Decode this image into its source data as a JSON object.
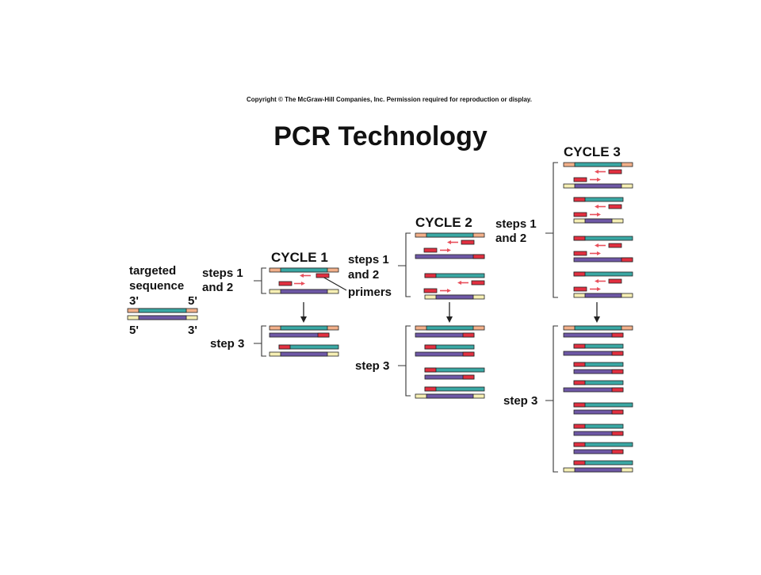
{
  "copyright": "Copyright © The McGraw-Hill Companies, Inc. Permission required for reproduction or display.",
  "title": "PCR Technology",
  "labels": {
    "targeted": "targeted",
    "sequence": "sequence",
    "top_left_end": "3'",
    "top_right_end": "5'",
    "bottom_left_end": "5'",
    "bottom_right_end": "3'",
    "cycle1": "CYCLE 1",
    "cycle2": "CYCLE 2",
    "cycle3": "CYCLE 3",
    "c1_steps_line1": "steps 1",
    "c1_steps_line2": "and 2",
    "c1_step3": "step 3",
    "c2_steps_line1": "steps 1",
    "c2_steps_line2": "and 2",
    "primers": "primers",
    "c2_step3": "step 3",
    "c3_steps_line1": "steps 1",
    "c3_steps_line2": "and 2",
    "c3_step3": "step 3"
  },
  "colors": {
    "teal": "#3aa8a4",
    "purple": "#6e58a6",
    "peach": "#f2b08a",
    "cream": "#f6efb4",
    "primer_red": "#e23040",
    "arrow_red": "#e8505c",
    "outline": "#222222"
  }
}
